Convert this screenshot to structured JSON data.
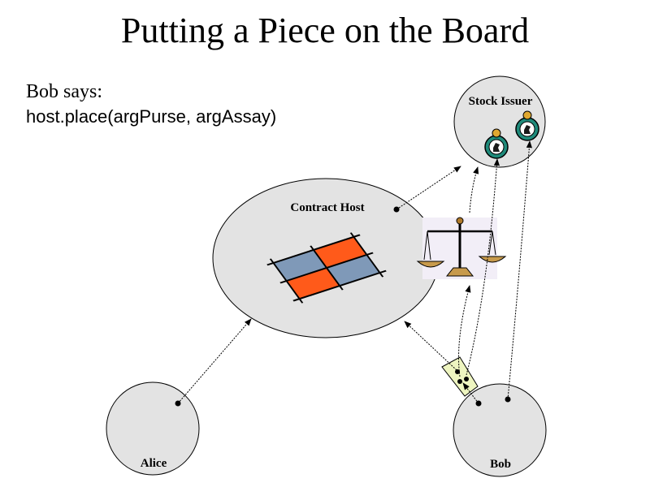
{
  "slide": {
    "title": "Putting a Piece on the Board",
    "speaker": "Bob says:",
    "code": "host.place(argPurse, argAssay)"
  },
  "nodes": {
    "stock_issuer": "Stock Issuer",
    "contract_host": "Contract Host",
    "alice": "Alice",
    "bob": "Bob"
  },
  "icons": {
    "board": "checkerboard-icon",
    "scales": "balance-scales-icon",
    "purse": "purse-note-icon",
    "pieces": "knight-piece-icon"
  },
  "colors": {
    "node_fill": "#e3e3e3",
    "board_orange": "#ff5a1a",
    "board_blue": "#7f99b8",
    "purse_fill": "#eef5c0"
  }
}
